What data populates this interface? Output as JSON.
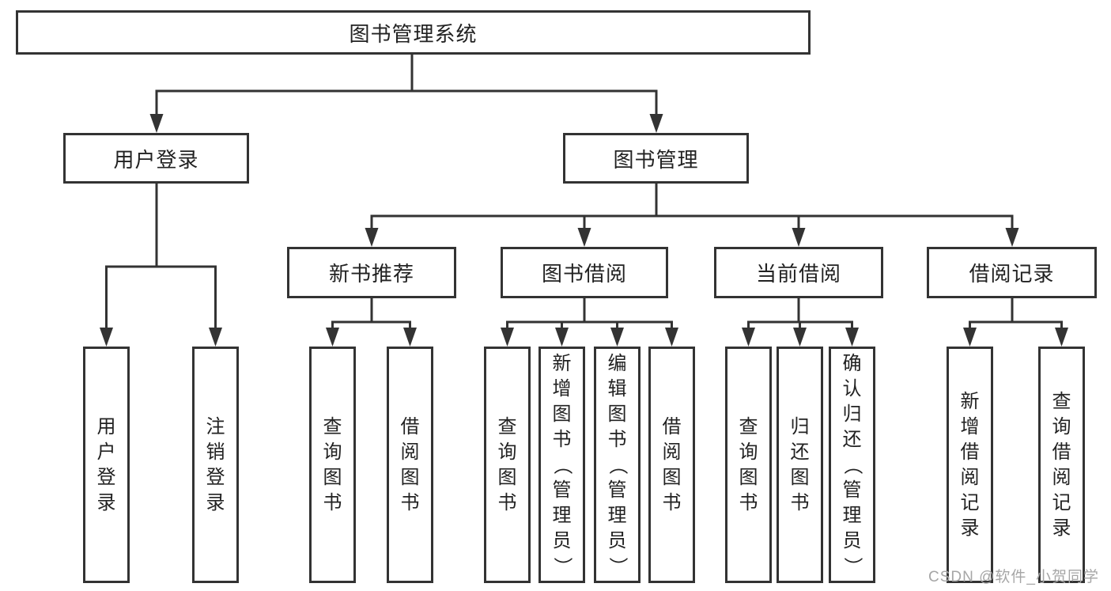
{
  "tree": {
    "label": "图书管理系统",
    "children": [
      {
        "label": "用户登录",
        "children": [
          {
            "label": "用户登录"
          },
          {
            "label": "注销登录"
          }
        ]
      },
      {
        "label": "图书管理",
        "children": [
          {
            "label": "新书推荐",
            "children": [
              {
                "label": "查询图书"
              },
              {
                "label": "借阅图书"
              }
            ]
          },
          {
            "label": "图书借阅",
            "children": [
              {
                "label": "查询图书"
              },
              {
                "label": "新增图书（管理员）"
              },
              {
                "label": "编辑图书（管理员）"
              },
              {
                "label": "借阅图书"
              }
            ]
          },
          {
            "label": "当前借阅",
            "children": [
              {
                "label": "查询图书"
              },
              {
                "label": "归还图书"
              },
              {
                "label": "确认归还（管理员）"
              }
            ]
          },
          {
            "label": "借阅记录",
            "children": [
              {
                "label": "新增借阅记录"
              },
              {
                "label": "查询借阅记录"
              }
            ]
          }
        ]
      }
    ]
  },
  "watermark": {
    "text": "CSDN @软件_小贺同学"
  },
  "colors": {
    "line": "#333333",
    "text": "#222222",
    "watermark": "#a6a6a6",
    "background": "#ffffff"
  }
}
